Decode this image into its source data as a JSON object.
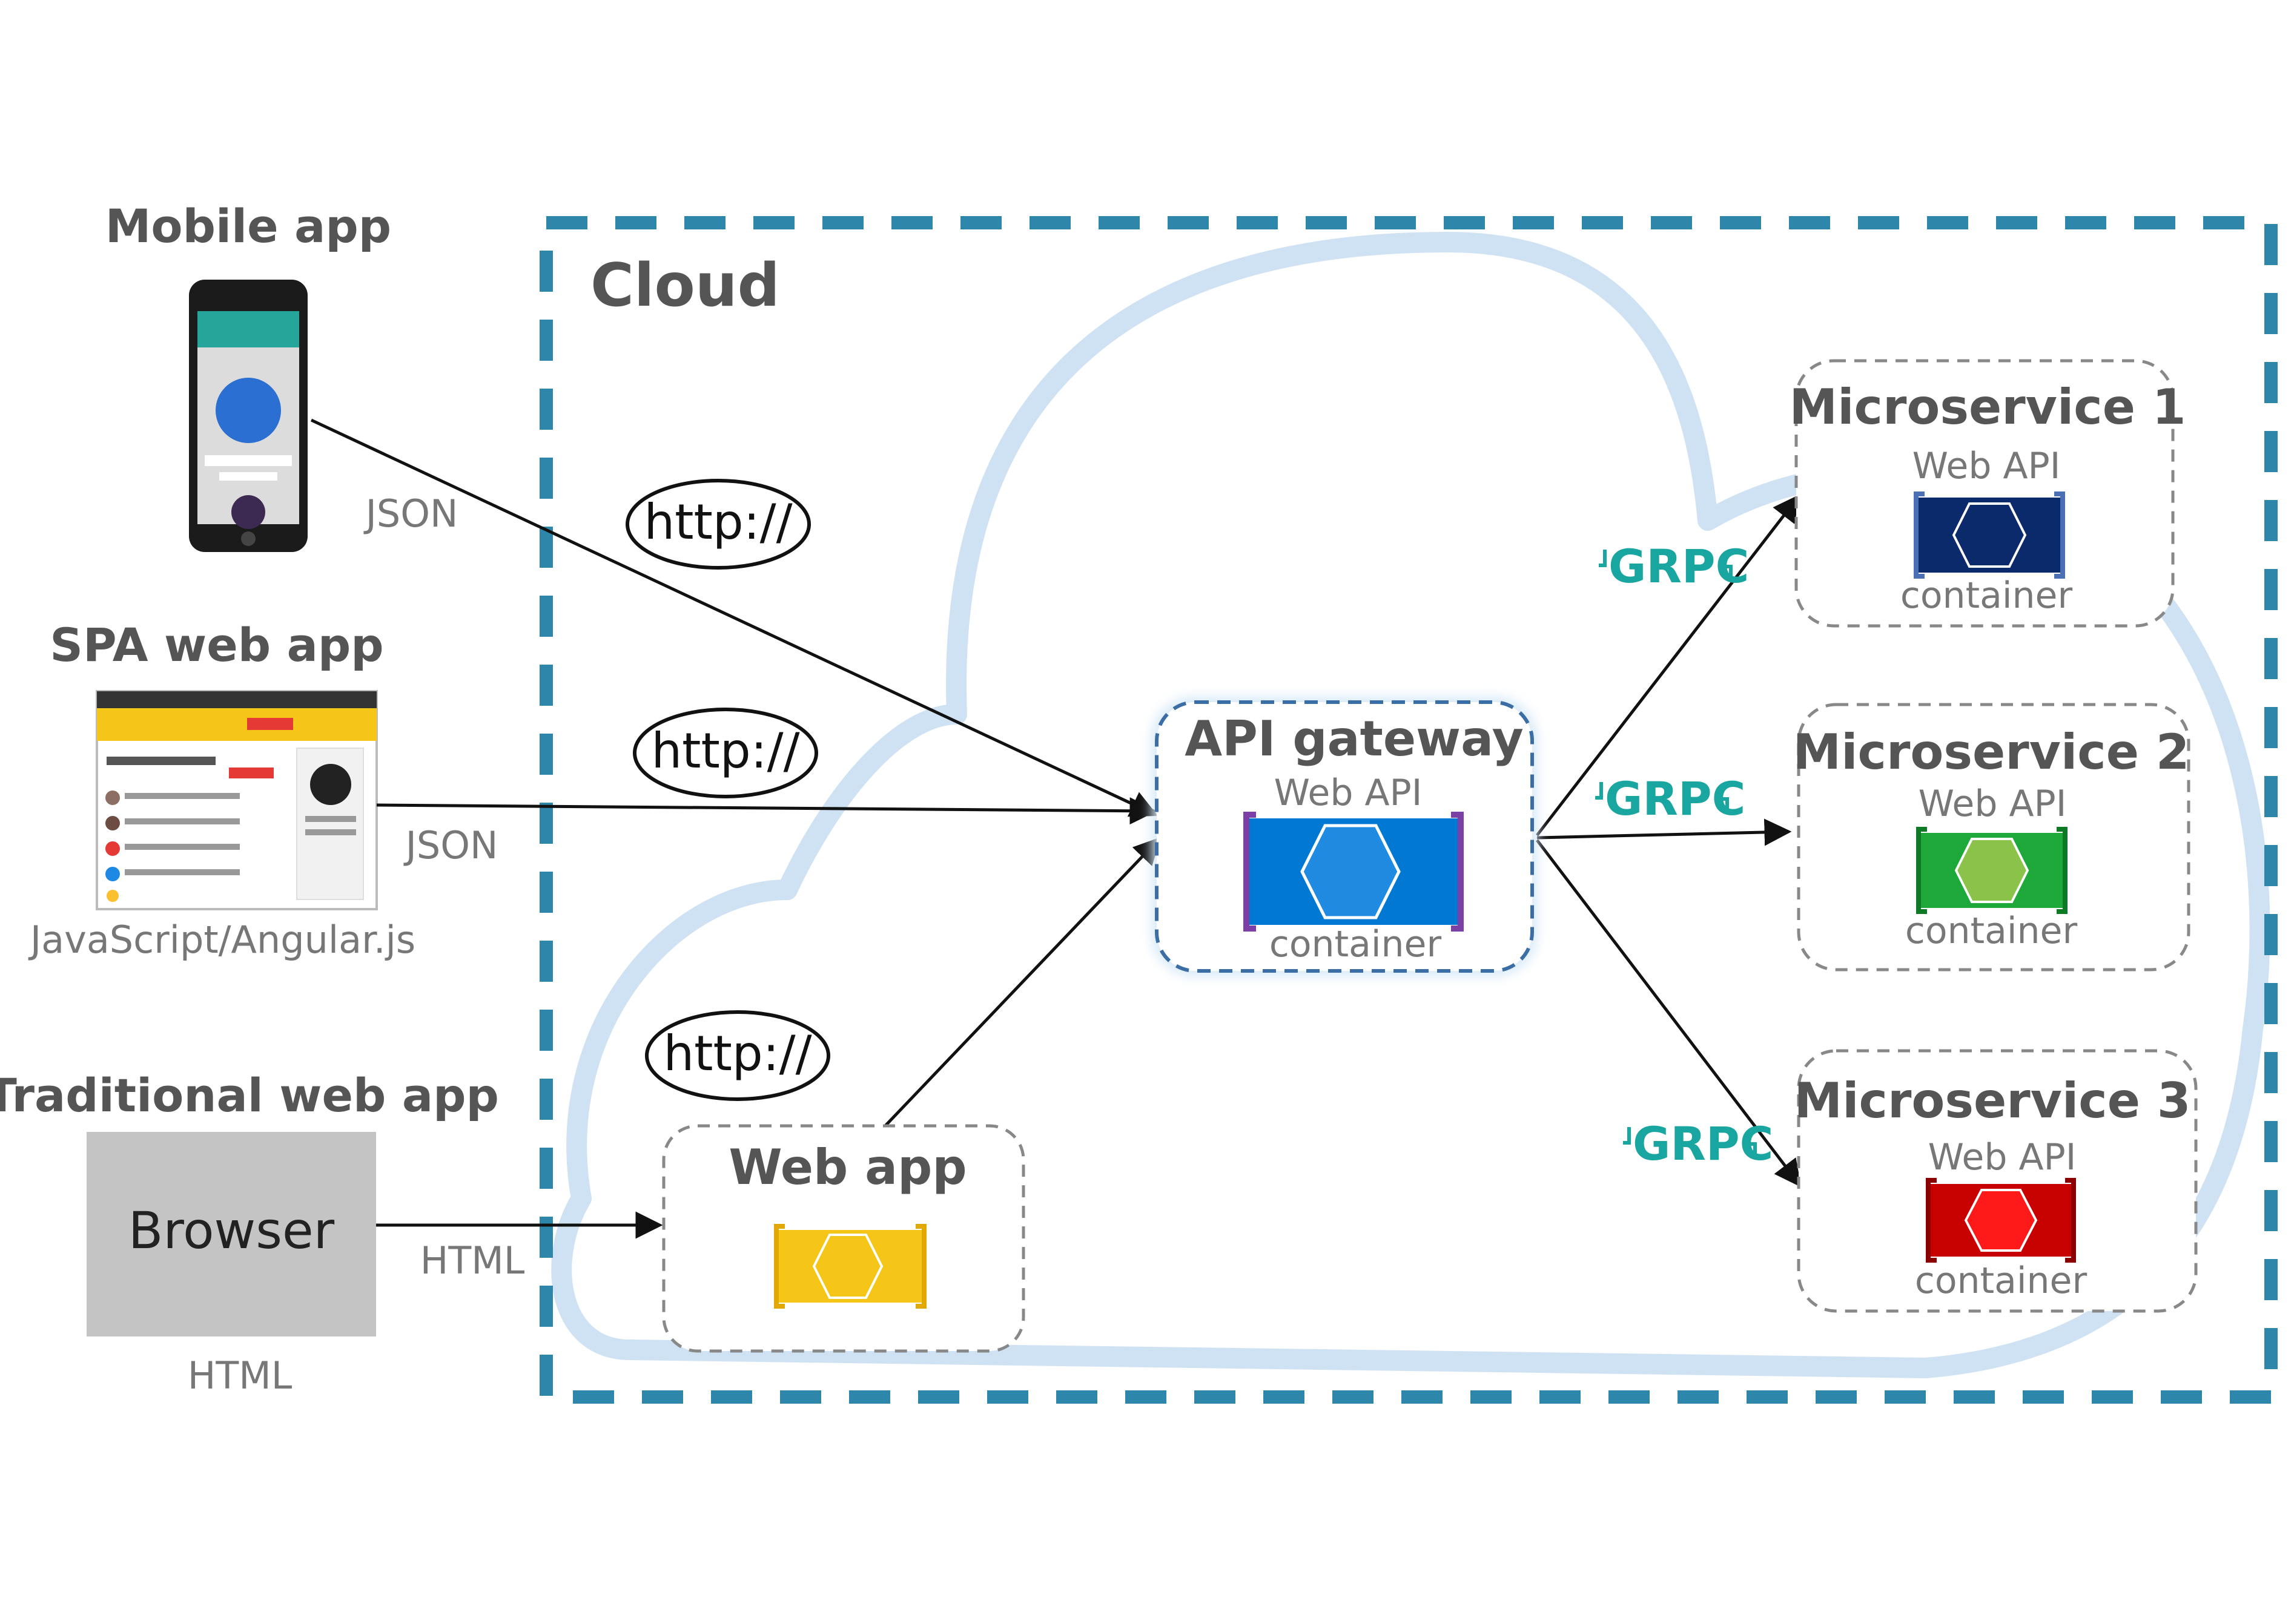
{
  "colors": {
    "cloud_border": "#2e86ab",
    "cloud_shape": "#cfe2f3",
    "grpc": "#1aa6a0",
    "label_dark": "#555555",
    "label_gray": "#777777",
    "api_container": "#0078d4",
    "api_hex": "#1f8ae0",
    "api_bracket": "#7b3fa6",
    "webapp_container": "#f5c518",
    "ms1_container": "#0b2a6b",
    "ms2_container": "#1fa83a",
    "ms2_hex": "#8bc34a",
    "ms3_container": "#c70000",
    "ms3_hex": "#ff1a1a",
    "browser_box": "#c4c4c4"
  },
  "clients": {
    "mobile": {
      "title": "Mobile app",
      "protocol": "JSON"
    },
    "spa": {
      "title": "SPA web app",
      "protocol": "JSON",
      "tech": "JavaScript/Angular.js"
    },
    "traditional": {
      "title": "Traditional web app",
      "box_label": "Browser",
      "protocol": "HTML",
      "below": "HTML"
    }
  },
  "cloud": {
    "title": "Cloud"
  },
  "http_labels": [
    "http://",
    "http://",
    "http://"
  ],
  "api_gateway": {
    "title": "API gateway",
    "subtitle": "Web API",
    "footer": "container"
  },
  "web_app": {
    "title": "Web app"
  },
  "microservices": [
    {
      "title": "Microservice 1",
      "subtitle": "Web API",
      "footer": "container"
    },
    {
      "title": "Microservice 2",
      "subtitle": "Web API",
      "footer": "container"
    },
    {
      "title": "Microservice 3",
      "subtitle": "Web API",
      "footer": "container"
    }
  ],
  "grpc_labels": [
    "GRPC",
    "GRPC",
    "GRPC"
  ]
}
